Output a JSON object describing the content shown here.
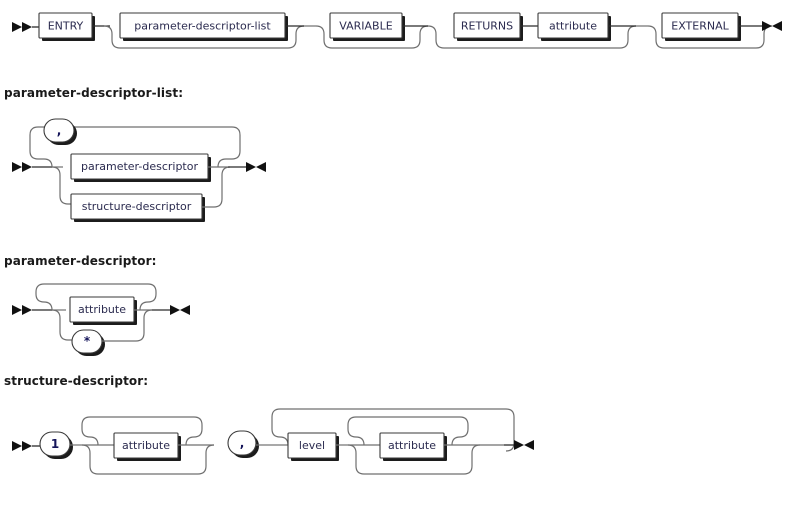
{
  "document": {
    "type": "railroad-syntax-diagram",
    "title": "ENTRY statement syntax diagrams"
  },
  "diagrams": [
    {
      "id": "entry",
      "heading": "",
      "nodes": [
        {
          "name": "entry-keyword",
          "label": "ENTRY",
          "shape": "rect"
        },
        {
          "name": "parameter-descriptor-list",
          "label": "parameter-descriptor-list",
          "shape": "rect"
        },
        {
          "name": "variable-keyword",
          "label": "VARIABLE",
          "shape": "rect"
        },
        {
          "name": "returns-keyword",
          "label": "RETURNS",
          "shape": "rect"
        },
        {
          "name": "attribute-node",
          "label": "attribute",
          "shape": "rect"
        },
        {
          "name": "external-keyword",
          "label": "EXTERNAL",
          "shape": "rect"
        }
      ]
    },
    {
      "id": "parameter-descriptor-list",
      "heading": "parameter-descriptor-list:",
      "nodes": [
        {
          "name": "comma-separator",
          "label": ",",
          "shape": "stadium"
        },
        {
          "name": "parameter-descriptor-node",
          "label": "parameter-descriptor",
          "shape": "rect"
        },
        {
          "name": "structure-descriptor-node",
          "label": "structure-descriptor",
          "shape": "rect"
        }
      ]
    },
    {
      "id": "parameter-descriptor",
      "heading": "parameter-descriptor:",
      "nodes": [
        {
          "name": "attribute-node",
          "label": "attribute",
          "shape": "rect"
        },
        {
          "name": "asterisk-node",
          "label": "*",
          "shape": "stadium"
        }
      ]
    },
    {
      "id": "structure-descriptor",
      "heading": "structure-descriptor:",
      "nodes": [
        {
          "name": "one-literal",
          "label": "1",
          "shape": "stadium"
        },
        {
          "name": "attribute-node-first",
          "label": "attribute",
          "shape": "rect"
        },
        {
          "name": "comma-separator",
          "label": ",",
          "shape": "stadium"
        },
        {
          "name": "level-node",
          "label": "level",
          "shape": "rect"
        },
        {
          "name": "attribute-node-second",
          "label": "attribute",
          "shape": "rect"
        }
      ]
    }
  ],
  "colors": {
    "track": "#6f6f6f",
    "track_dark": "#2b2b2b",
    "box_border": "#3a3a3a",
    "box_shadow": "#1c1c1c",
    "box_label": "#2b2b4f",
    "heading": "#1a1a1a",
    "background": "#ffffff"
  },
  "markers": {
    "start": "start-arrow-icon",
    "end": "end-arrow-icon"
  }
}
